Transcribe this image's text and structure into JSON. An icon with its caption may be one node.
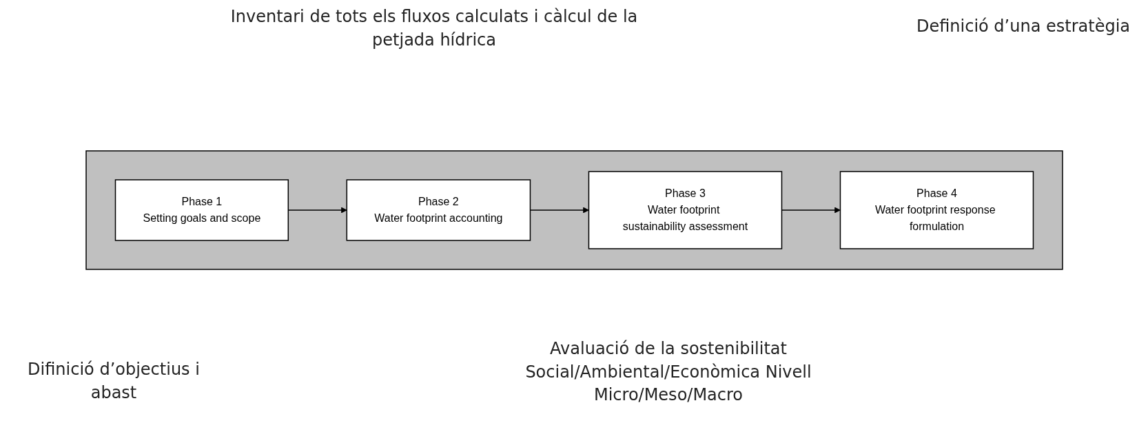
{
  "diagram": {
    "nodes": [
      {
        "text": [],
        "shape": "box"
      },
      {
        "text": [
          "Phase 1",
          "Setting goals and scope"
        ],
        "in": 0
      },
      {
        "text": [
          "Phase 2",
          "Water footprint accounting"
        ],
        "in": 0
      },
      {
        "text": [
          "Phase 3",
          "Water footprint sustainability assessment"
        ],
        "in": 0
      },
      {
        "text": [
          "Phase 4",
          "Water footprint response formulation"
        ],
        "in": 0
      }
    ],
    "edges": [
      {
        "from": 1,
        "to": 2,
        "arrow": "to"
      },
      {
        "from": 2,
        "to": 3,
        "arrow": "to"
      },
      {
        "from": 3,
        "to": 4,
        "arrow": "to"
      }
    ],
    "labels": [
      "Inventari de tots els fluxos calculats i càlcul de la petjada hídrica",
      "Definició d’una estratègia",
      "Difinició d’objectius i abast",
      "Avaluació de la sostenibilitat Social/Ambiental/Econòmica Nivell Micro/Meso/Macro"
    ]
  }
}
